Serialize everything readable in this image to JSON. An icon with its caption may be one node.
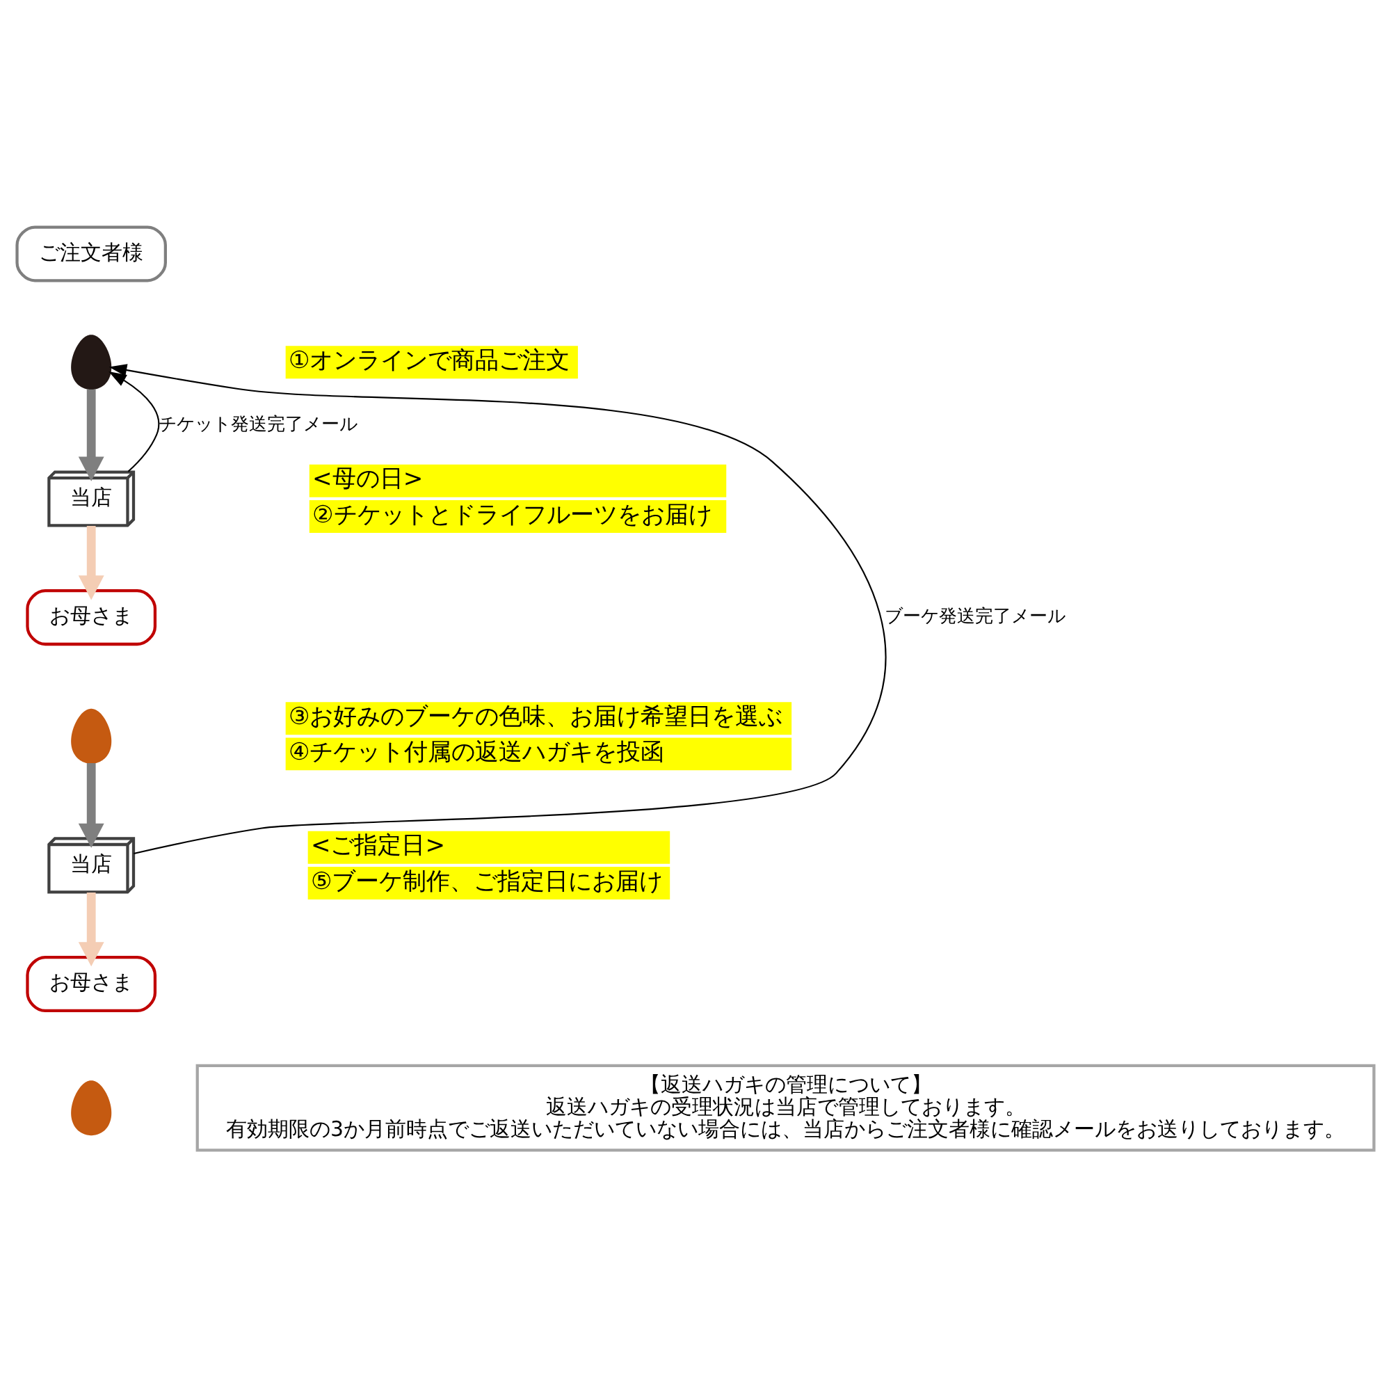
{
  "diagram": {
    "nodes": [
      {
        "text": [
          "ご注文者様"
        ]
      },
      {
        "text": [],
        "shape": "person"
      },
      {
        "text": [
          "当店"
        ]
      },
      {
        "text": [
          "お母さま"
        ]
      },
      {
        "text": [],
        "shape": "person"
      },
      {
        "text": [
          "当店"
        ]
      },
      {
        "text": [
          "お母さま"
        ]
      },
      {
        "text": [],
        "shape": "person"
      },
      {
        "text": [
          "【返送ハガキの管理について】",
          "返送ハガキの受理状況は当店で管理しております。",
          "有効期限の3か月前時点でご返送いただいていない場合には、当店からご注文者様に確認メールをお送りしております。"
        ]
      }
    ],
    "edges": [
      {
        "from": 1,
        "to": 2,
        "arrow": "to",
        "color": "#7f7f7f"
      },
      {
        "from": 2,
        "to": 1,
        "arrow": "to",
        "label": "チケット発送完了メール",
        "color": "#000000"
      },
      {
        "from": 2,
        "to": 3,
        "arrow": "to",
        "color": "#f4cdb4"
      },
      {
        "from": 4,
        "to": 5,
        "arrow": "to",
        "color": "#7f7f7f"
      },
      {
        "from": 5,
        "to": 1,
        "arrow": "to",
        "label": "ブーケ発送完了メール",
        "color": "#000000"
      },
      {
        "from": 5,
        "to": 6,
        "arrow": "to",
        "color": "#f4cdb4"
      }
    ],
    "labels": [
      "①オンラインで商品ご注文",
      "<母の日>",
      "②チケットとドライフルーツをお届け",
      "③お好みのブーケの色味、お届け希望日を選ぶ",
      "④チケット付属の返送ハガキを投函",
      "<ご指定日>",
      "⑤ブーケ制作、ご指定日にお届け"
    ]
  }
}
